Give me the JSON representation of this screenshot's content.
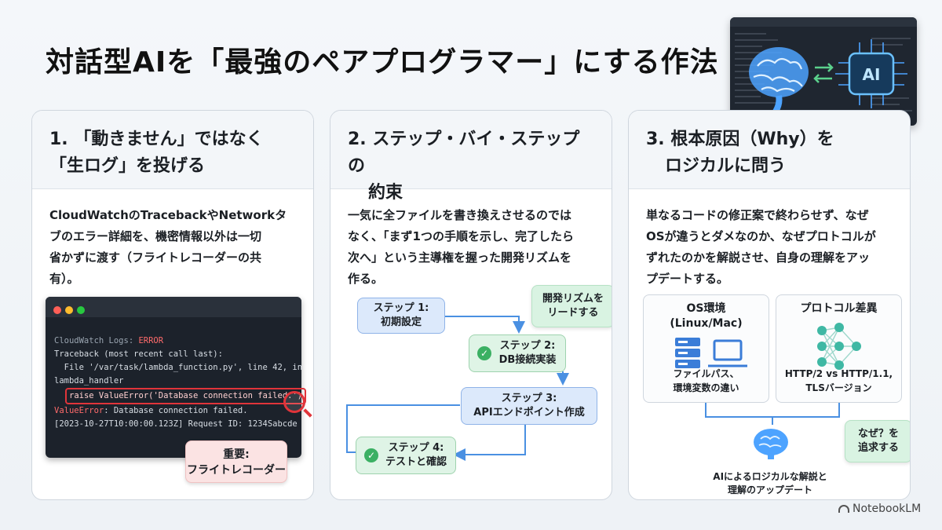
{
  "title": "対話型AIを「最強のペアプログラマー」にする作法",
  "hero": {
    "icon_left": "brain-icon",
    "icon_right": "ai-chip-icon",
    "label": "AI"
  },
  "cards": [
    {
      "head_line1": "1. 「動きません」ではなく",
      "head_line2": "「生ログ」を投げる",
      "body": [
        "CloudWatchのTracebackやNetworkタ",
        "ブのエラー詳細を、機密情報以外は一切",
        "省かずに渡す（フライトレコーダーの共",
        "有）。"
      ],
      "terminal": {
        "line1_a": "CloudWatch Logs: ",
        "line1_b": "ERROR",
        "line2": "Traceback (most recent call last):",
        "line3": "  File '/var/task/lambda_function.py', line 42, in",
        "line4": "lambda_handler",
        "line5": "raise ValueError('Database connection failed.')",
        "line6_a": "ValueError",
        "line6_b": ": Database connection failed.",
        "line7": "[2023-10-27T10:00:00.123Z] Request ID: 1234Sabcde"
      },
      "callout": [
        "重要:",
        "フライトレコーダー"
      ]
    },
    {
      "head_line1": "2. ステップ・バイ・ステップの",
      "head_line2": "約束",
      "body": [
        "一気に全ファイルを書き換えさせるのでは",
        "なく、「まず1つの手順を示し、完了したら",
        "次へ」という主導権を握った開発リズムを",
        "作る。"
      ],
      "steps": [
        {
          "l1": "ステップ 1:",
          "l2": "初期設定"
        },
        {
          "l1": "ステップ 2:",
          "l2": "DB接続実装"
        },
        {
          "l1": "ステップ 3:",
          "l2": "APIエンドポイント作成"
        },
        {
          "l1": "ステップ 4:",
          "l2": "テストと確認"
        }
      ],
      "callout": [
        "開発リズムを",
        "リードする"
      ]
    },
    {
      "head_line1": "3. 根本原因（Why）を",
      "head_line2": "ロジカルに問う",
      "body": [
        "単なるコードの修正案で終わらせず、なぜ",
        "OSが違うとダメなのか、なぜプロトコルが",
        "ずれたのかを解説させ、自身の理解をアッ",
        "プデートする。"
      ],
      "box_left": {
        "t1": "OS環境",
        "t2": "(Linux/Mac)",
        "b1": "ファイルパス、",
        "b2": "環境変数の違い"
      },
      "box_right": {
        "t1": "プロトコル差異",
        "b1": "HTTP/2 vs HTTP/1.1,",
        "b2": "TLSバージョン"
      },
      "callout": [
        "なぜ？を",
        "追求する"
      ],
      "result": [
        "AIによるロジカルな解説と",
        "理解のアップデート"
      ]
    }
  ],
  "brand": "NotebookLM",
  "colors": {
    "accent_red": "#e0343a",
    "step_blue": "#dce9fb",
    "step_green": "#dff4e6",
    "arrow_blue": "#4a90e2"
  }
}
